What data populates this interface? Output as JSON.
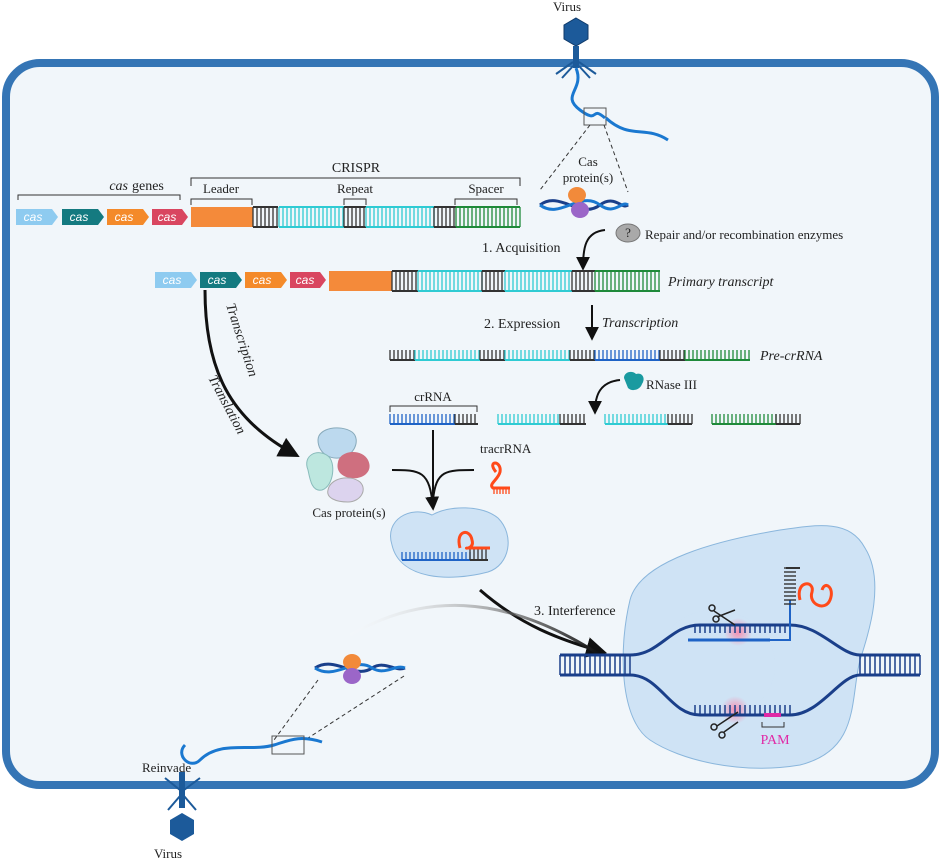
{
  "colors": {
    "cell_border": "#3575b5",
    "cell_fill": "#f1f6fa",
    "leader": "#f48a3a",
    "repeat": "#333333",
    "spacer_cyan": "#2fcbd3",
    "spacer_green": "#1f8a3a",
    "spacer_blue": "#1e63c6",
    "dna": "#1a3f8a",
    "tracr": "#ff4a1a",
    "pam": "#e02aa6",
    "gene_cas1": "#8ecbf0",
    "gene_cas2": "#147a80",
    "gene_cas3": "#f48a2a",
    "gene_cas4": "#d94660"
  },
  "labels": {
    "virus_top": "Virus",
    "virus_bottom": "Virus",
    "cas_genes_italic": "cas",
    "cas_genes_rest": "genes",
    "crispr": "CRISPR",
    "leader": "Leader",
    "repeat": "Repeat",
    "spacer": "Spacer",
    "cas_protein_top_line1": "Cas",
    "cas_protein_top_line2": "protein(s)",
    "repair_q": "?",
    "repair": "Repair and/or recombination enzymes",
    "acquisition": "1.  Acquisition",
    "primary_transcript": "Primary transcript",
    "transcription_diag": "Transcription",
    "translation_diag": "Translation",
    "expression": "2. Expression",
    "transcription": "Transcription",
    "pre_crrna": "Pre-crRNA",
    "rnase": "RNase III",
    "crrna": "crRNA",
    "tracrrna": "tracrRNA",
    "cas_proteins": "Cas protein(s)",
    "interference": "3. Interference",
    "reinvade": "Reinvade",
    "pam": "PAM"
  },
  "genes_top": [
    "cas",
    "cas",
    "cas",
    "cas"
  ],
  "genes_mid": [
    "cas",
    "cas",
    "cas",
    "cas"
  ]
}
